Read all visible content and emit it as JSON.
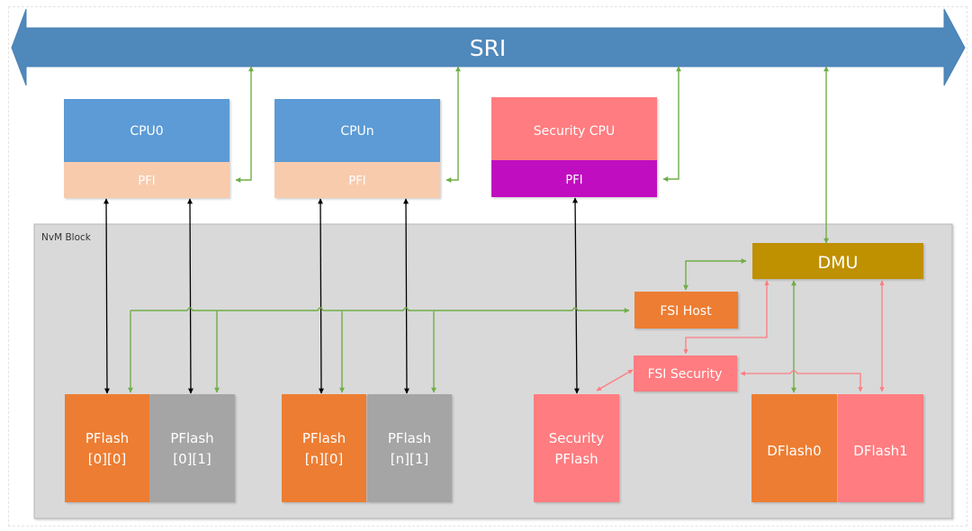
{
  "bus": {
    "label": "SRI",
    "color": "#4f88bb"
  },
  "nvm_block": {
    "label": "NvM Block",
    "color": "#d9d9d9"
  },
  "cpus": [
    {
      "id": "cpu0",
      "label": "CPU0",
      "pfi_label": "PFI",
      "color": "#5b9bd5",
      "pfi_color": "#f8cbad"
    },
    {
      "id": "cpun",
      "label": "CPUn",
      "pfi_label": "PFI",
      "color": "#5b9bd5",
      "pfi_color": "#f8cbad"
    },
    {
      "id": "security-cpu",
      "label": "Security CPU",
      "pfi_label": "PFI",
      "color": "#ff7c80",
      "pfi_color": "#c00ec0"
    }
  ],
  "dmu": {
    "label": "DMU",
    "color": "#bf9000"
  },
  "fsi_host": {
    "label": "FSI Host",
    "color": "#ed7d31"
  },
  "fsi_security": {
    "label": "FSI Security",
    "color": "#ff7c80"
  },
  "flash_banks": [
    {
      "id": "pflash-0-0",
      "line1": "PFlash",
      "line2": "[0][0]",
      "color": "#ed7d31"
    },
    {
      "id": "pflash-0-1",
      "line1": "PFlash",
      "line2": "[0][1]",
      "color": "#a5a5a5"
    },
    {
      "id": "pflash-n-0",
      "line1": "PFlash",
      "line2": "[n][0]",
      "color": "#ed7d31"
    },
    {
      "id": "pflash-n-1",
      "line1": "PFlash",
      "line2": "[n][1]",
      "color": "#a5a5a5"
    },
    {
      "id": "security-pflash",
      "line1": "Security",
      "line2": "PFlash",
      "color": "#ff7c80"
    },
    {
      "id": "dflash0",
      "line1": "DFlash0",
      "line2": "",
      "color": "#ed7d31"
    },
    {
      "id": "dflash1",
      "line1": "DFlash1",
      "line2": "",
      "color": "#ff7c80"
    }
  ],
  "connector_colors": {
    "green": "#70ad47",
    "black": "#000000",
    "pink": "#ff7c80"
  }
}
